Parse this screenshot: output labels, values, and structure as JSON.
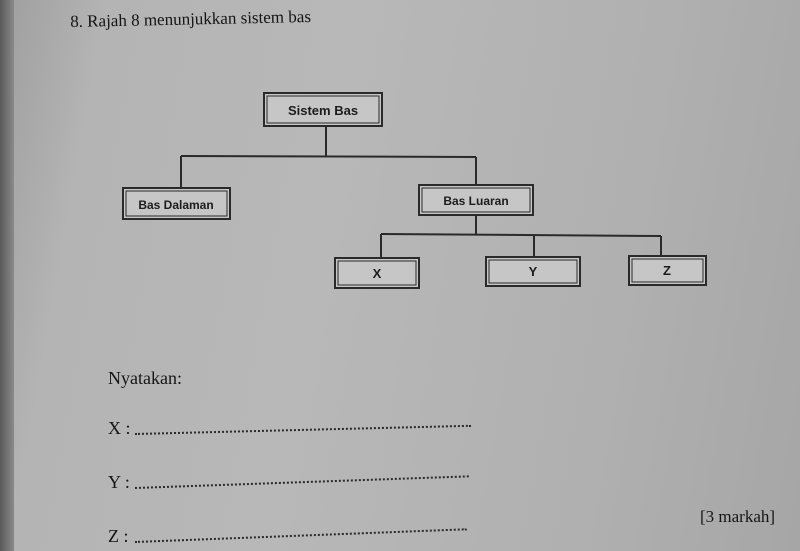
{
  "question": {
    "text": "8. Rajah 8 menunjukkan sistem bas"
  },
  "diagram": {
    "root": "Sistem Bas",
    "level1": [
      "Bas Dalaman",
      "Bas Luaran"
    ],
    "level2": [
      "X",
      "Y",
      "Z"
    ]
  },
  "instruction": "Nyatakan:",
  "answers": [
    {
      "label": "X :"
    },
    {
      "label": "Y :"
    },
    {
      "label": "Z :"
    }
  ],
  "marks": "[3 markah]"
}
